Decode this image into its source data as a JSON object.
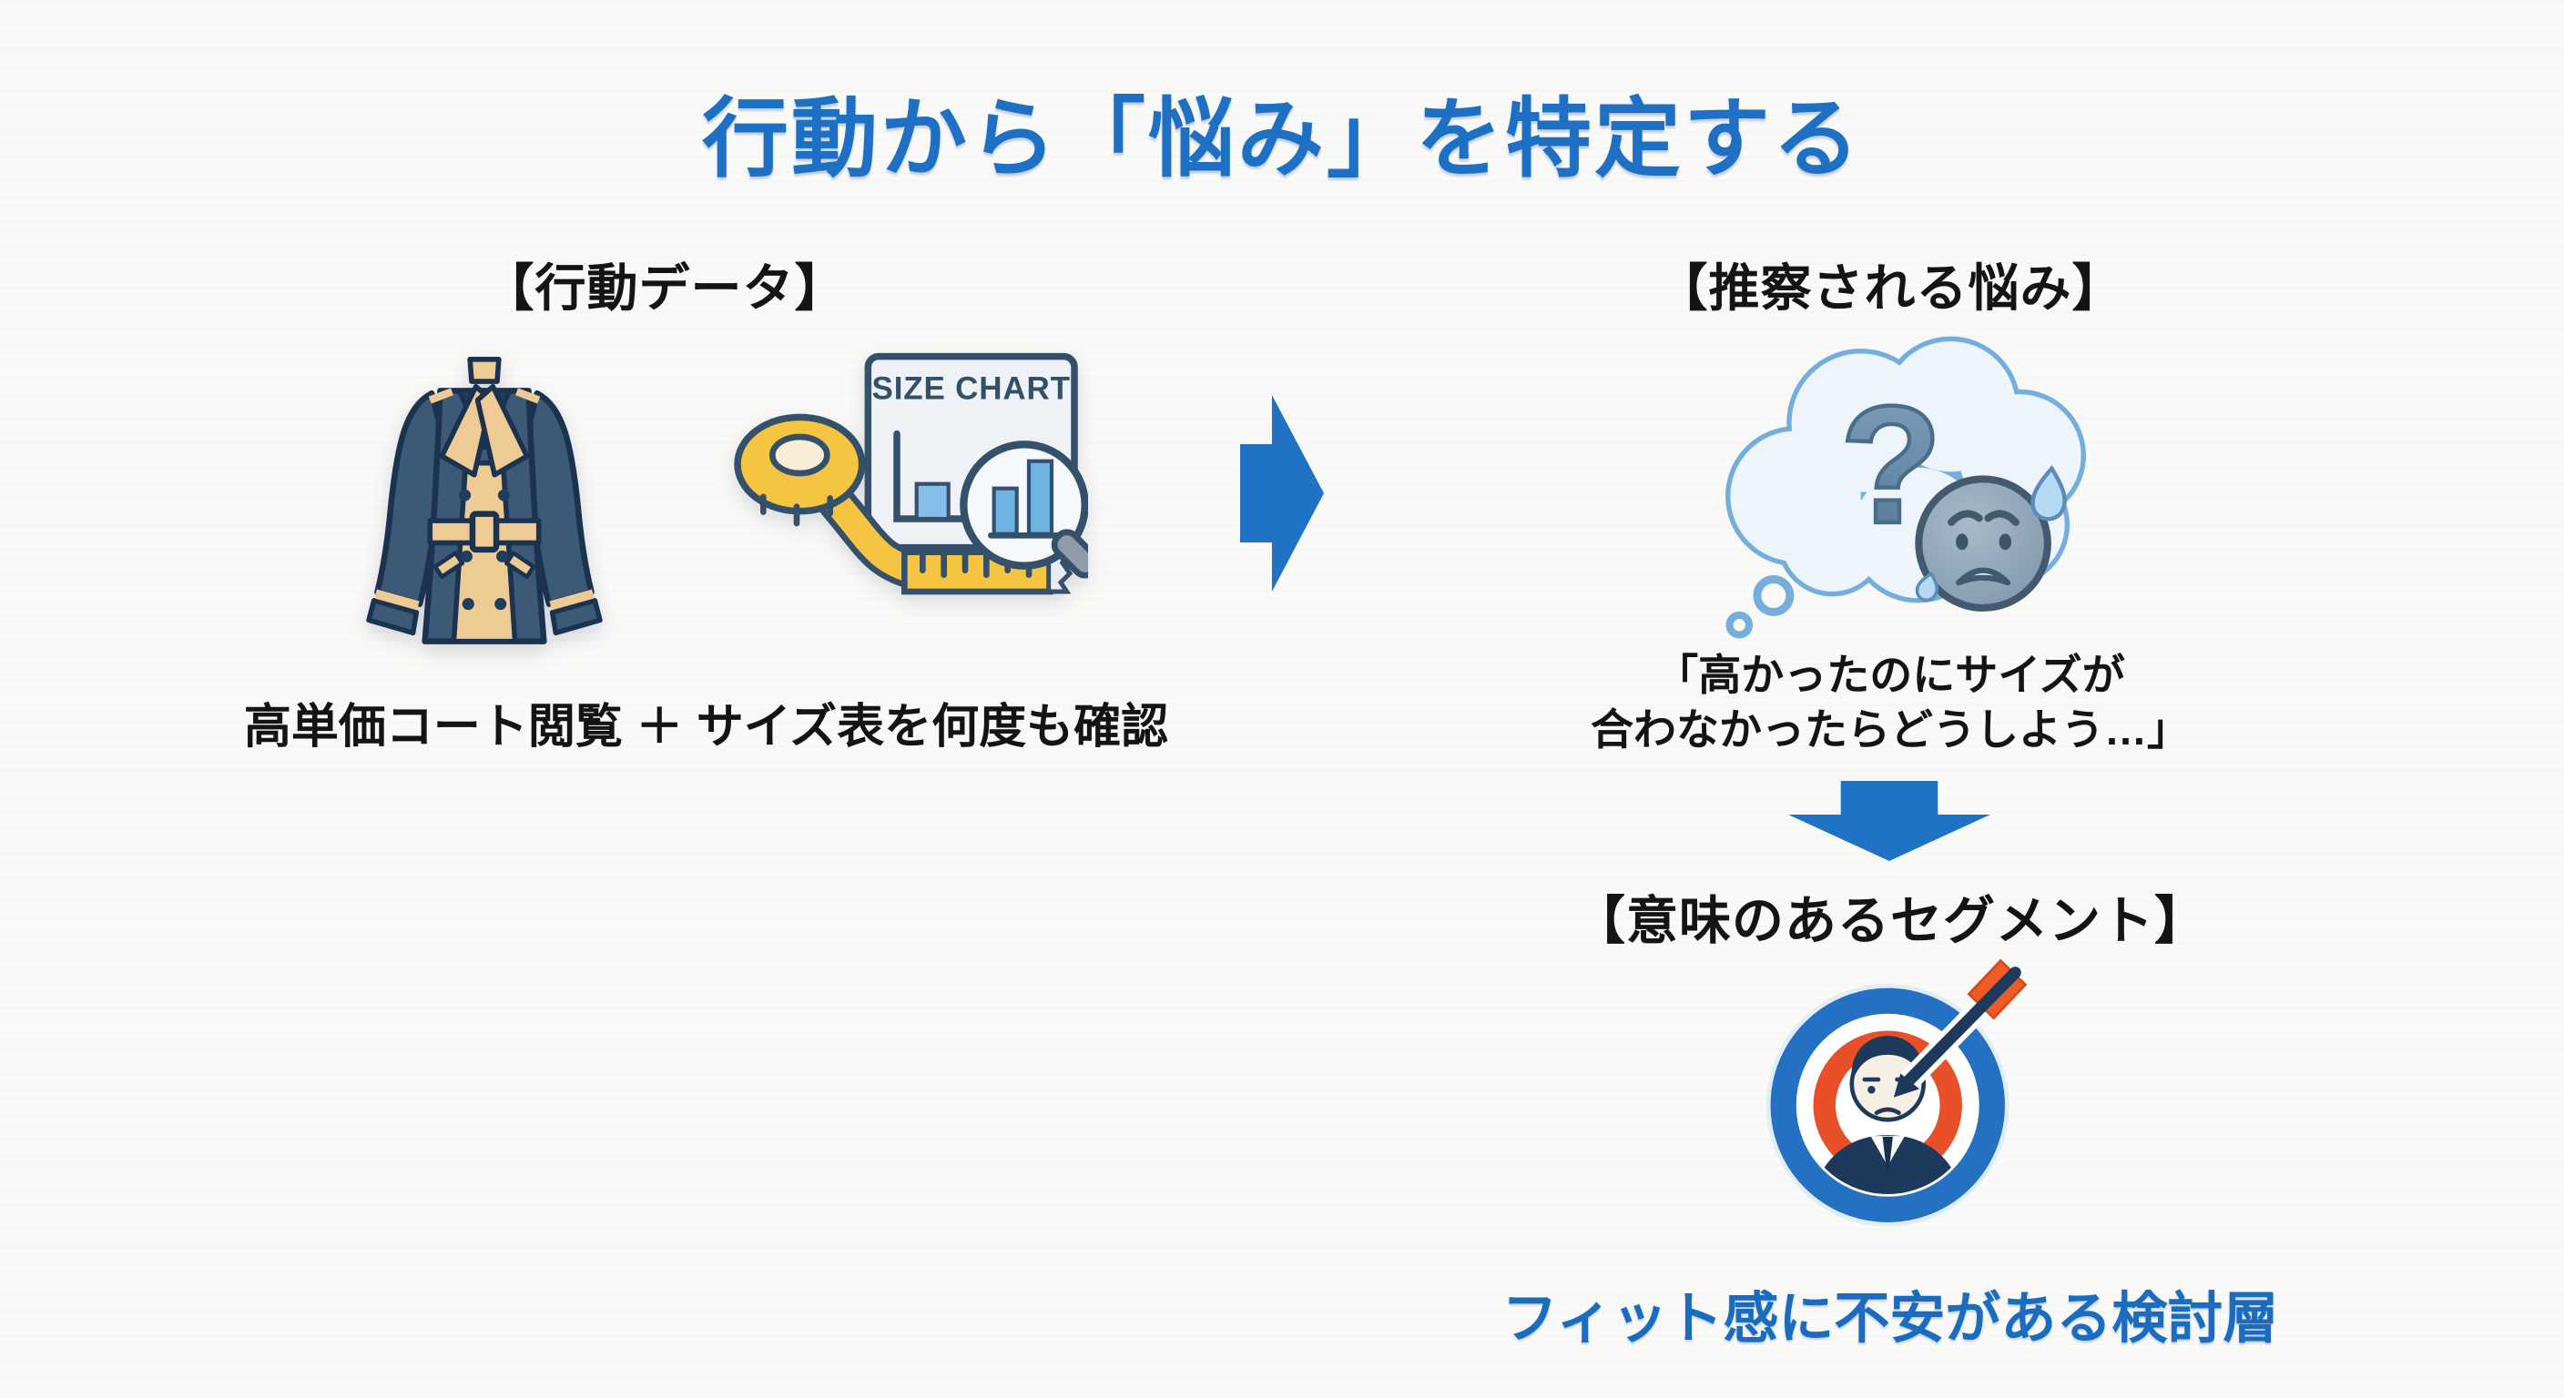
{
  "title": "行動から「悩み」を特定する",
  "colors": {
    "accent_blue": "#1e70c4",
    "heading_black": "#141414",
    "background": "#f9f9f7",
    "coat_navy": "#3c5a78",
    "coat_tan": "#eecb94",
    "tape_yellow": "#f5c440",
    "chart_bar_blue": "#6fb3e3",
    "cloud_outline_blue": "#74aedd",
    "target_ring_blue": "#2470c2",
    "target_ring_orange": "#e8502a",
    "suit_navy": "#1d3a5c"
  },
  "behavior_section": {
    "header": "【行動データ】",
    "caption": "高単価コート閲覧 ＋ サイズ表を何度も確認",
    "size_chart_label": "SIZE CHART",
    "icons": [
      "trench-coat-icon",
      "size-chart-icon",
      "tape-measure-icon",
      "magnifier-icon"
    ]
  },
  "worry_section": {
    "header": "【推察される悩み】",
    "question_mark": "?",
    "quote_line1": "「高かったのにサイズが",
    "quote_line2": "合わなかったらどうしよう…」",
    "icons": [
      "thought-bubble-icon",
      "worried-face-icon",
      "sweat-drop-icon"
    ]
  },
  "segment_section": {
    "header": "【意味のあるセグメント】",
    "caption": "フィット感に不安がある検討層",
    "icons": [
      "target-icon",
      "person-icon",
      "dart-icon"
    ]
  }
}
